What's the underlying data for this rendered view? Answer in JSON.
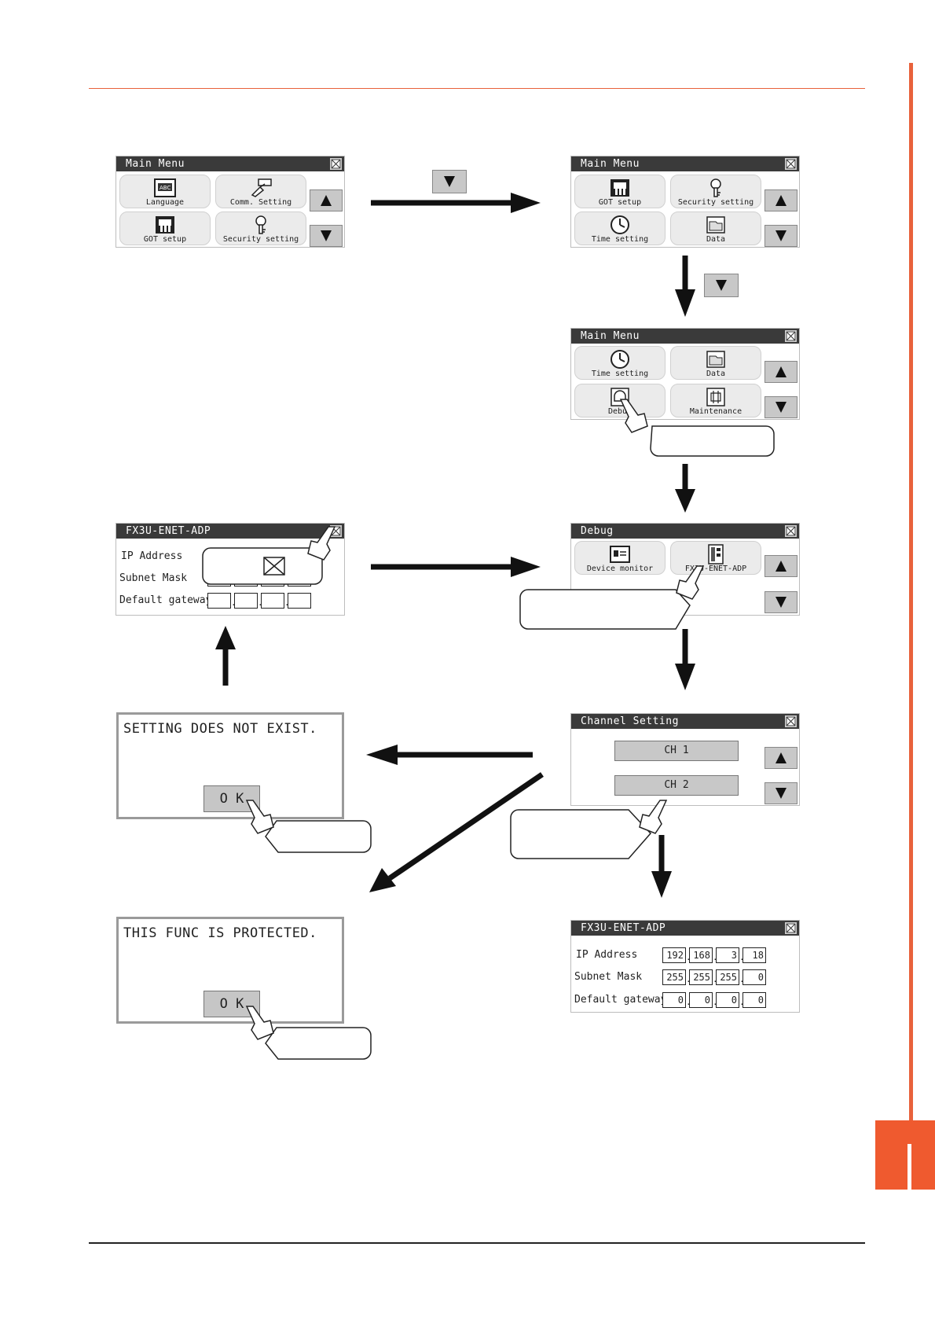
{
  "screens": {
    "main_menu_1": {
      "title": "Main Menu",
      "tiles": [
        "Language",
        "Comm. Setting",
        "GOT setup",
        "Security setting"
      ]
    },
    "main_menu_2": {
      "title": "Main Menu",
      "tiles": [
        "GOT setup",
        "Security setting",
        "Time setting",
        "Data"
      ]
    },
    "main_menu_3": {
      "title": "Main Menu",
      "tiles": [
        "Time setting",
        "Data",
        "Debug",
        "Maintenance"
      ]
    },
    "debug": {
      "title": "Debug",
      "tiles": [
        "Device monitor",
        "FX3U-ENET-ADP"
      ]
    },
    "channel_setting": {
      "title": "Channel Setting",
      "channels": [
        "CH 1",
        "CH 2"
      ]
    },
    "adp_empty": {
      "title": "FX3U-ENET-ADP",
      "labels": [
        "IP Address",
        "Subnet Mask",
        "Default gateway"
      ]
    },
    "adp_filled": {
      "title": "FX3U-ENET-ADP",
      "labels": [
        "IP Address",
        "Subnet Mask",
        "Default gateway"
      ],
      "ip_address": [
        "192",
        "168",
        "3",
        "18"
      ],
      "subnet_mask": [
        "255",
        "255",
        "255",
        "0"
      ],
      "default_gateway": [
        "0",
        "0",
        "0",
        "0"
      ]
    },
    "msg_not_exist": {
      "text": "SETTING DOES NOT EXIST.",
      "ok_label": "O K"
    },
    "msg_protected": {
      "text": "THIS FUNC IS PROTECTED.",
      "ok_label": "O K"
    }
  },
  "icons": {
    "scroll_up": "triangle-up-icon",
    "scroll_down": "triangle-down-icon",
    "close": "close-icon",
    "touch": "hand-pointer-icon"
  },
  "colors": {
    "accent": "#e8623c",
    "side_tab": "#ef5a2f",
    "title_bar": "#3a3a3a",
    "button_gray": "#c8c8c8"
  }
}
